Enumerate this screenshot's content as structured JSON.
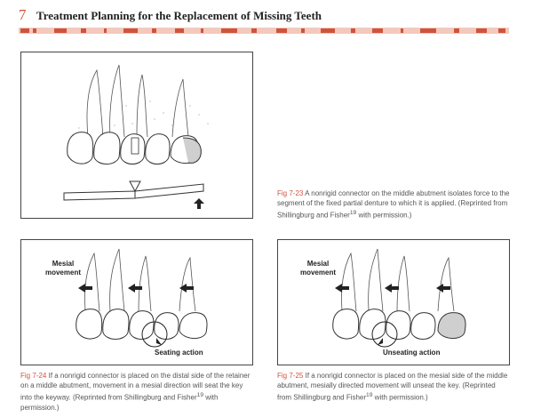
{
  "header": {
    "chapter_number": "7",
    "chapter_title": "Treatment Planning for the Replacement of Missing Teeth"
  },
  "figures": {
    "f23": {
      "label": "Fig 7-23",
      "text": "A nonrigid connector on the middle abutment isolates force to the segment of the fixed partial denture to which it is applied. (Reprinted from Shillingburg and Fisher",
      "ref": "19",
      "tail": " with permission.)"
    },
    "f24": {
      "label": "Fig 7-24",
      "text": "If a nonrigid connector is placed on the distal side of the retainer on a middle abutment, movement in a mesial direction will seat the key into the keyway. (Reprinted from Shillingburg and Fisher",
      "ref": "19",
      "tail": " with permission.)",
      "mesial_label": "Mesial movement",
      "action_label": "Seating action"
    },
    "f25": {
      "label": "Fig 7-25",
      "text": "If a nonrigid connector is placed on the mesial side of the middle abutment, mesially directed movement will unseat the key. (Reprinted from Shillingburg and Fisher",
      "ref": "19",
      "tail": " with permission.)",
      "mesial_label": "Mesial movement",
      "action_label": "Unseating action"
    }
  },
  "colors": {
    "accent": "#d0533b",
    "band_pink": "#f3c9bd"
  }
}
